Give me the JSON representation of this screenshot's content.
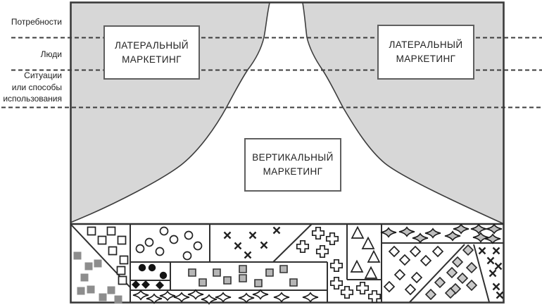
{
  "diagram": {
    "axis_labels": [
      {
        "label": "Потребности"
      },
      {
        "label": "Люди"
      },
      {
        "label": "Ситуации\nили способы\nиспользования"
      }
    ],
    "boxes": [
      {
        "id": "lateral-left",
        "label": "ЛАТЕРАЛЬНЫЙ МАРКЕТИНГ"
      },
      {
        "id": "lateral-right",
        "label": "ЛАТЕРАЛЬНЫЙ МАРКЕТИНГ"
      },
      {
        "id": "vertical",
        "label": "ВЕРТИКАЛЬНЫЙ МАРКЕТИНГ"
      }
    ],
    "colors": {
      "background": "#ffffff",
      "gray_area": "#d7d7d7",
      "line": "#333333",
      "box_border": "#5f5f5f",
      "text": "#1d1d1d",
      "gray_marker_dark": "#8d8d8d",
      "gray_marker_light": "#b6b6b6",
      "black_marker": "#141414"
    },
    "market_segments": [
      {
        "id": "left-upper",
        "marker": "outlined-square"
      },
      {
        "id": "left-lower",
        "marker": "gray-filled-square"
      },
      {
        "id": "circles",
        "marker": "outlined-circle"
      },
      {
        "id": "black-circles",
        "marker": "black-filled-circle"
      },
      {
        "id": "black-diamonds",
        "marker": "black-filled-diamond"
      },
      {
        "id": "gray-squares",
        "marker": "gray-outlined-square"
      },
      {
        "id": "sparkle-bottom",
        "marker": "outlined-4point-star"
      },
      {
        "id": "x-marks-top",
        "marker": "x-mark"
      },
      {
        "id": "crosses",
        "marker": "outlined-plus-cross"
      },
      {
        "id": "triangles",
        "marker": "outlined-triangle"
      },
      {
        "id": "sparkle-right",
        "marker": "gray-4point-star"
      },
      {
        "id": "white-diamonds",
        "marker": "outlined-diamond"
      },
      {
        "id": "gray-diamonds",
        "marker": "gray-filled-diamond"
      },
      {
        "id": "x-marks-right",
        "marker": "x-mark"
      }
    ]
  }
}
